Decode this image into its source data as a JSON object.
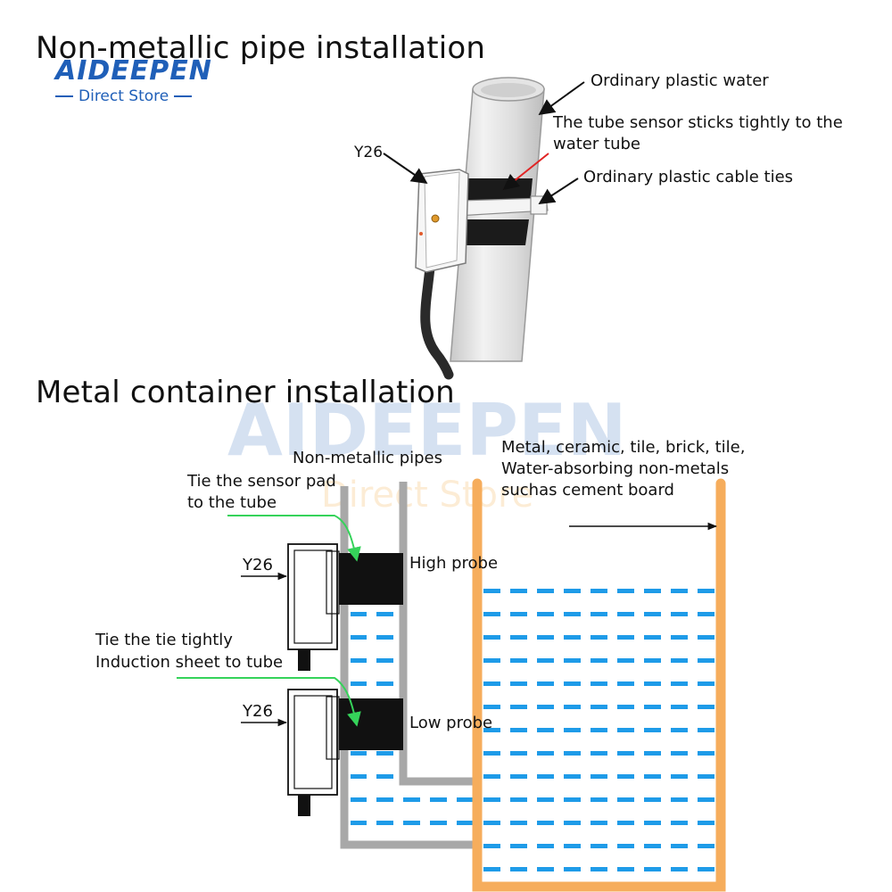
{
  "brand": {
    "name": "AIDEEPEN",
    "tagline": "Direct Store",
    "colors": {
      "brand_blue": "#1f5fb8",
      "brand_orange": "#f39a1e"
    }
  },
  "section1": {
    "title": "Non-metallic pipe installation",
    "sensor_label": "Y26",
    "callouts": {
      "pipe": "Ordinary plastic water",
      "sensor_line1": "The tube sensor sticks tightly to the",
      "sensor_line2": "water tube",
      "ties": "Ordinary plastic cable ties"
    }
  },
  "section2": {
    "title": "Metal container installation",
    "pipe_label": "Non-metallic pipes",
    "tie_pad_line1": "Tie the sensor pad",
    "tie_pad_line2": "to the tube",
    "tie_tight_line1": "Tie the tie tightly",
    "tie_tight_line2": "Induction sheet to tube",
    "sensor_label_top": "Y26",
    "sensor_label_bottom": "Y26",
    "high_probe": "High probe",
    "low_probe": "Low probe",
    "container_line1": "Metal, ceramic, tile, brick, tile,",
    "container_line2": "Water-absorbing non-metals",
    "container_line3": "suchas cement board",
    "colors": {
      "container": "#f6ad5c",
      "pipe": "#a8a8a8",
      "water": "#1e9be8",
      "pointer": "#35d35a"
    }
  }
}
